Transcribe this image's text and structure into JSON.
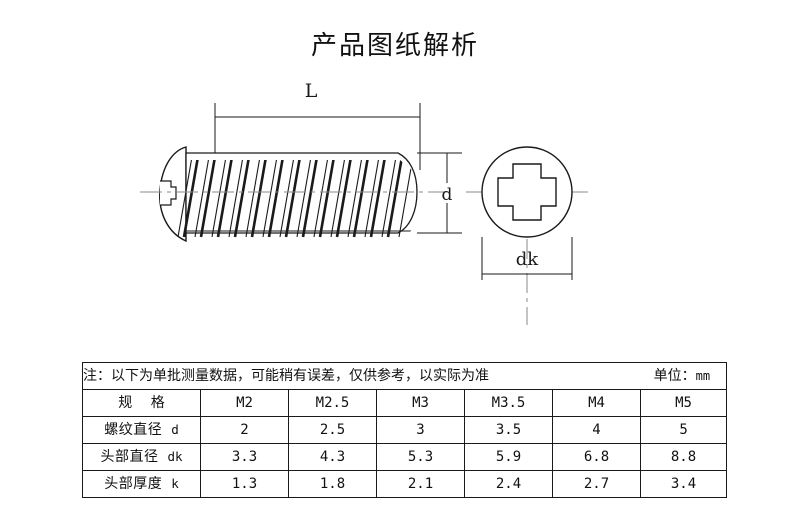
{
  "title": "产品图纸解析",
  "drawing": {
    "side_view": {
      "name": "pan-head-self-tapping-screw-side-view",
      "length_label": "L",
      "diameter_label": "d"
    },
    "top_view": {
      "name": "screw-head-top-view-phillips",
      "head_diameter_label": "dk"
    }
  },
  "table": {
    "note": "注：以下为单批测量数据，可能稍有误差，仅供参考，以实际为准",
    "unit_prefix": "单位：",
    "unit_value": "mm",
    "spec_header": "规 格",
    "columns": [
      "M2",
      "M2.5",
      "M3",
      "M3.5",
      "M4",
      "M5"
    ],
    "rows": [
      {
        "label": "螺纹直径",
        "symbol": "d",
        "values": [
          "2",
          "2.5",
          "3",
          "3.5",
          "4",
          "5"
        ]
      },
      {
        "label": "头部直径",
        "symbol": "dk",
        "values": [
          "3.3",
          "4.3",
          "5.3",
          "5.9",
          "6.8",
          "8.8"
        ]
      },
      {
        "label": "头部厚度",
        "symbol": "k",
        "values": [
          "1.3",
          "1.8",
          "2.1",
          "2.4",
          "2.7",
          "3.4"
        ]
      }
    ]
  },
  "colors": {
    "line": "#1a1a1a",
    "centerline": "#8a8a8a",
    "background": "#ffffff"
  }
}
